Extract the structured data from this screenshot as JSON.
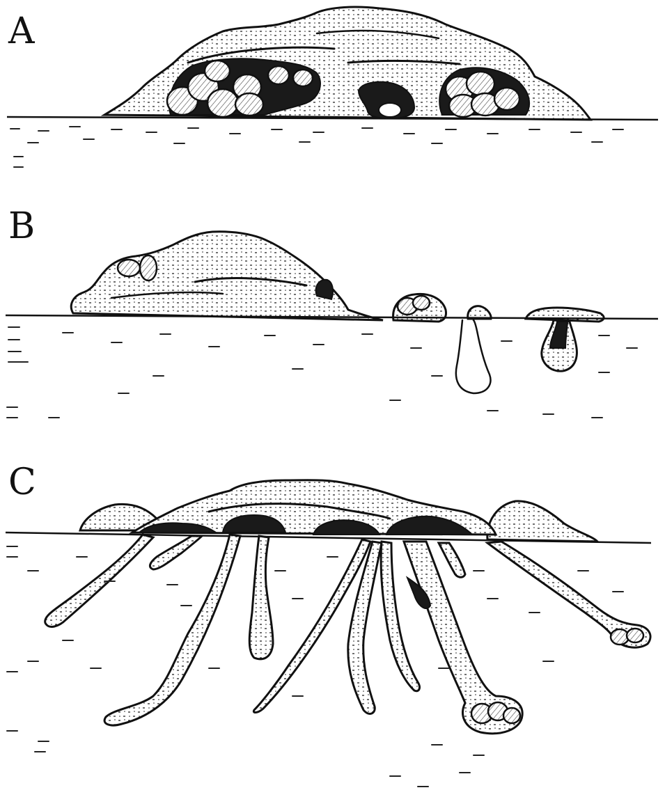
{
  "panels": [
    {
      "id": "A",
      "label": "A"
    },
    {
      "id": "B",
      "label": "B"
    },
    {
      "id": "C",
      "label": "C"
    }
  ],
  "colors": {
    "ink": "#111111",
    "paper": "#ffffff"
  }
}
